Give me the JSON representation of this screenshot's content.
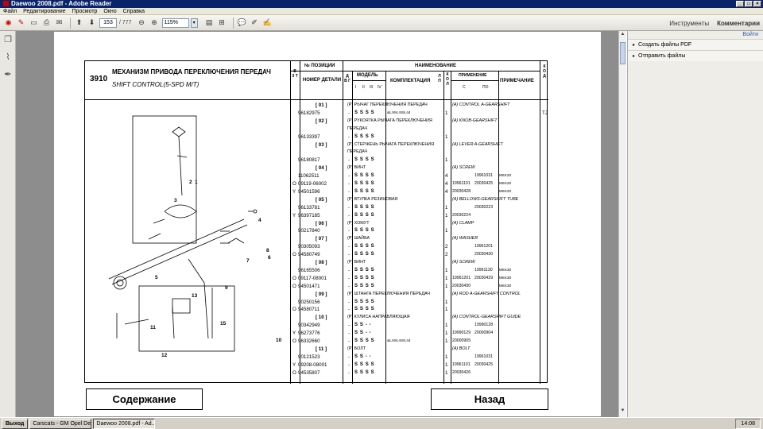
{
  "window": {
    "title": "Daewoo 2008.pdf - Adobe Reader"
  },
  "menu": [
    "Файл",
    "Редактирование",
    "Просмотр",
    "Окно",
    "Справка"
  ],
  "toolbar": {
    "page_current": "153",
    "page_total": "/ 777",
    "zoom": "115%"
  },
  "right_tabs": [
    "Инструменты",
    "Комментарии"
  ],
  "right_panel": {
    "signin": "Войти",
    "items": [
      "Создать файлы PDF",
      "Отправить файлы"
    ]
  },
  "taskbar": {
    "start": "Выход",
    "tasks": [
      "Carscats - GM Opel Dealer",
      "Daewoo 2008.pdf - Ad..."
    ],
    "clock": "14:08"
  },
  "doc": {
    "code": "3910",
    "title_ru": "МЕХАНИЗМ ПРИВОДА ПЕРЕКЛЮЧЕНИЯ ПЕРЕДАЧ",
    "title_en": "SHIFT CONTROL(5-SPD M/T)",
    "hdr": {
      "vzt": "В З Т",
      "pos": "№ ПОЗИЦИИ",
      "part_no": "НОМЕР ДЕТАЛИ",
      "dvg": "Д В Г",
      "model": "МОДЕЛЬ",
      "m1": "I",
      "m2": "II",
      "m3": "III",
      "m4": "IV",
      "name": "НАИМЕНОВАНИЕ",
      "kompl": "КОМПЛЕКТАЦИЯ",
      "lp": "Л П",
      "kol": "К О Л",
      "prim": "ПРИМЕНЕНИЕ",
      "s": "С",
      "po": "ПО",
      "note": "ПРИМЕЧАНИЕ",
      "kod": "К О Д"
    },
    "btn_contents": "Содержание",
    "btn_back": "Назад",
    "rows": [
      {
        "pos": "[ 01 ]",
        "name": "(P) РЫЧАГ ПЕРЕКЛЮЧЕНИЯ ПЕРЕДАЧ",
        "en": "(A) CONTROL A-GEARSHIFT"
      },
      {
        "pn": "96182975",
        "d": "-",
        "m": "S S S S",
        "k": "&LXM,4S8,44",
        "q": "1",
        "kod": "TJ"
      },
      {
        "pos": "[ 02 ]",
        "name": "(P) РУКОЯТКА РЫЧАГА ПЕРЕКЛЮЧЕНИЯ",
        "en": "(A) KNOB-GEARSHIFT"
      },
      {
        "name": "ПЕРЕДАЧ"
      },
      {
        "pn": "96133397",
        "d": "-",
        "m": "S S S S",
        "q": "1"
      },
      {
        "pos": "[ 03 ]",
        "name": "(P) СТЕРЖЕНЬ РЫЧАГА ПЕРЕКЛЮЧЕНИЯ",
        "en": "(A) LEVER A-GEARSHIFT"
      },
      {
        "name": "ПЕРЕДАЧ"
      },
      {
        "pn": "96180817",
        "d": "-",
        "m": "S S S S",
        "q": "1"
      },
      {
        "pos": "[ 04 ]",
        "name": "(P) ВИНТ",
        "en": "(A) SCREW"
      },
      {
        "pn": "11062511",
        "d": "-",
        "m": "S S S S",
        "q": "4",
        "po": "19961031",
        "note": "M6X20"
      },
      {
        "v": "O",
        "pn": "09119-06002",
        "d": "-",
        "m": "S S S S",
        "q": "4",
        "s": "19961101",
        "po": "20030425",
        "note": "M6X20"
      },
      {
        "v": "Y",
        "pn": "94501596",
        "d": "-",
        "m": "S S S S",
        "q": "4",
        "s": "20030428",
        "note": "M6X20"
      },
      {
        "pos": "[ 05 ]",
        "name": "(P) ВТУЛКА РЕЗИНОВАЯ",
        "en": "(A) BELLOWS-GEARSHIFT TUBE"
      },
      {
        "pn": "96133781",
        "d": "-",
        "m": "S S S S",
        "q": "1",
        "po": "20030223"
      },
      {
        "v": "Y",
        "pn": "96397185",
        "d": "-",
        "m": "S S S S",
        "q": "1",
        "s": "20030224"
      },
      {
        "pos": "[ 06 ]",
        "name": "(P) ХОМУТ",
        "en": "(A) CLAMP"
      },
      {
        "pn": "90217840",
        "d": "-",
        "m": "S S S S",
        "q": "1"
      },
      {
        "pos": "[ 07 ]",
        "name": "(P) ШАЙБА",
        "en": "(A) WASHER"
      },
      {
        "pn": "90305093",
        "d": "-",
        "m": "S S S S",
        "q": "2",
        "po": "19961201"
      },
      {
        "v": "O",
        "pn": "94580749",
        "d": "-",
        "m": "S S S S",
        "q": "2",
        "po": "20030430"
      },
      {
        "pos": "[ 08 ]",
        "name": "(P) ВИНТ",
        "en": "(A) SCREW"
      },
      {
        "pn": "96165506",
        "d": "-",
        "m": "S S S S",
        "q": "1",
        "po": "19961130",
        "note": "M6X30"
      },
      {
        "v": "O",
        "pn": "09117-08001",
        "d": "-",
        "m": "S S S S",
        "q": "1",
        "s": "19961201",
        "po": "20030429",
        "note": "M6X30"
      },
      {
        "v": "O",
        "pn": "94501471",
        "d": "-",
        "m": "S S S S",
        "q": "1",
        "s": "20030430",
        "note": "M6X30"
      },
      {
        "pos": "[ 09 ]",
        "name": "(P) ШТАНГА ПЕРЕКЛЮЧЕНИЯ ПЕРЕДАЧ",
        "en": "(A) ROD A-GEARSHIFT CONTROL"
      },
      {
        "pn": "90250156",
        "d": "-",
        "m": "S S S S",
        "q": "1"
      },
      {
        "v": "O",
        "pn": "94580711",
        "d": "-",
        "m": "S S S S",
        "q": "1"
      },
      {
        "pos": "[ 10 ]",
        "name": "(P) КУЛИСА НАПРАВЛЯЮЩАЯ",
        "en": "(A) CONTROL-GEARSHIFT GUIDE"
      },
      {
        "pn": "90342949",
        "d": "-",
        "m": "S S - -",
        "q": "1",
        "po": "19990128"
      },
      {
        "v": "Y",
        "pn": "96273776",
        "d": "-",
        "m": "S S - -",
        "q": "1",
        "s": "19990129",
        "po": "20000904"
      },
      {
        "v": "O",
        "pn": "96332660",
        "d": "-",
        "m": "S S S S",
        "k": "&LXM,4S8,44",
        "q": "1",
        "s": "20000905"
      },
      {
        "pos": "[ 11 ]",
        "name": "(P) БОЛТ",
        "en": "(A) BOLT"
      },
      {
        "pn": "90121523",
        "d": "-",
        "m": "S S - -",
        "q": "1",
        "po": "19961031"
      },
      {
        "v": "Y",
        "pn": "09208-08001",
        "d": "-",
        "m": "S S S S",
        "q": "1",
        "s": "19961101",
        "po": "20030425"
      },
      {
        "v": "O",
        "pn": "94535807",
        "d": "-",
        "m": "S S S S",
        "q": "1",
        "s": "20030426"
      }
    ],
    "callouts": [
      "1",
      "2",
      "3",
      "4",
      "5",
      "6",
      "7",
      "8",
      "9",
      "10",
      "11",
      "12",
      "13",
      "15"
    ]
  }
}
